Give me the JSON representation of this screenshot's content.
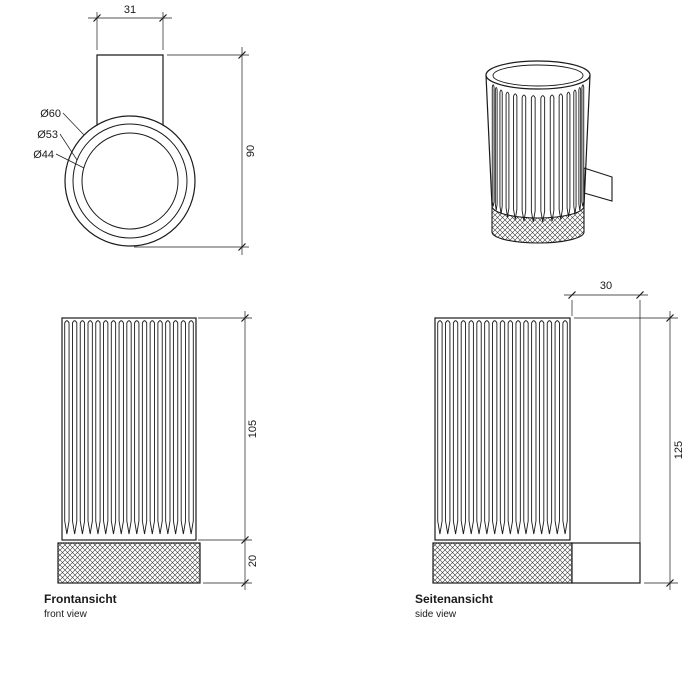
{
  "drawing": {
    "top_view": {
      "width_dim": "31",
      "depth_dim": "90",
      "dia_outer": "Ø60",
      "dia_middle": "Ø53",
      "dia_inner": "Ø44"
    },
    "front_view": {
      "title": "Frontansicht",
      "subtitle": "front view",
      "body_height_dim": "105",
      "base_height_dim": "20"
    },
    "side_view": {
      "title": "Seitenansicht",
      "subtitle": "side view",
      "bracket_depth_dim": "30",
      "total_height_dim": "125"
    }
  },
  "colors": {
    "line": "#1a1a1a",
    "background": "#ffffff"
  }
}
